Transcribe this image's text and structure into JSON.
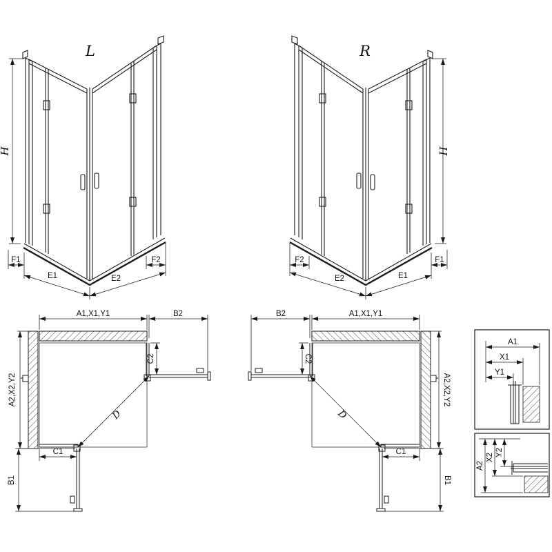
{
  "page": {
    "background": "#ffffff",
    "line_color": "#1a1a1a"
  },
  "perspective_left": {
    "variant": "L",
    "height": "H",
    "bottom_dims": [
      "F1",
      "E1",
      "E2",
      "F2"
    ]
  },
  "perspective_right": {
    "variant": "R",
    "height": "H",
    "bottom_dims": [
      "F2",
      "E2",
      "E1",
      "F1"
    ]
  },
  "plan_left": {
    "top_width": "A1,X1,Y1",
    "door_width_top": "B2",
    "fixed_panel_right": "C2",
    "side_depth": "A2,X2,Y2",
    "fixed_panel_bottom": "C1",
    "diagonal_entry": "D",
    "door_width_bottom": "B1"
  },
  "plan_right": {
    "top_width": "A1,X1,Y1",
    "door_width_top": "B2",
    "fixed_panel_right": "C2",
    "side_depth": "A2,X2,Y2",
    "fixed_panel_bottom": "C1",
    "diagonal_entry": "D",
    "door_width_bottom": "B1"
  },
  "profile_detail_top": {
    "dims": [
      "A1",
      "X1",
      "Y1"
    ]
  },
  "profile_detail_bottom": {
    "dims": [
      "A2",
      "X2",
      "Y2"
    ]
  }
}
